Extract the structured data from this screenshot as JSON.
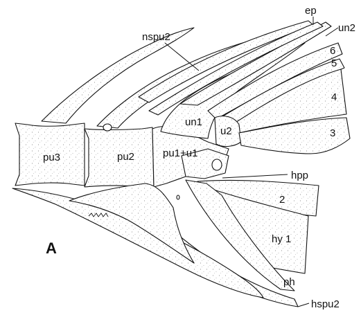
{
  "labels": {
    "ep": "ep",
    "nspu2": "nspu2",
    "un2": "un2",
    "r6": "6",
    "r5": "5",
    "r4": "4",
    "r3": "3",
    "un1": "un1",
    "u2": "u2",
    "pu3": "pu3",
    "pu2": "pu2",
    "pu1u1": "pu1+u1",
    "hpp": "hpp",
    "r2": "2",
    "hy1": "hy 1",
    "ph": "ph",
    "hspu2": "hspu2",
    "panel": "A"
  },
  "colors": {
    "ink": "#111111",
    "paper": "#ffffff"
  }
}
